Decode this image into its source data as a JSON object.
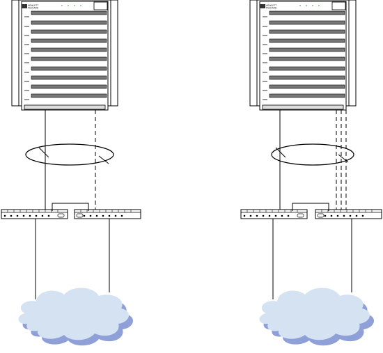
{
  "brand": {
    "line1": "HEWLETT",
    "line2": "PACKARD",
    "logo_mark": "hp"
  },
  "colors": {
    "line": "#000000",
    "cloud_fill": "#d4e2f2",
    "cloud_shadow": "#8f9fd8",
    "led_green": "#4aa05c",
    "slot_fill": "#e8e8e8"
  },
  "left_setup": {
    "link_style": "one solid link and one dashed link bundled by an ellipse",
    "trunk_lines": 1
  },
  "right_setup": {
    "link_style": "one solid link and three dashed links bundled by an ellipse",
    "trunk_lines": 3
  }
}
